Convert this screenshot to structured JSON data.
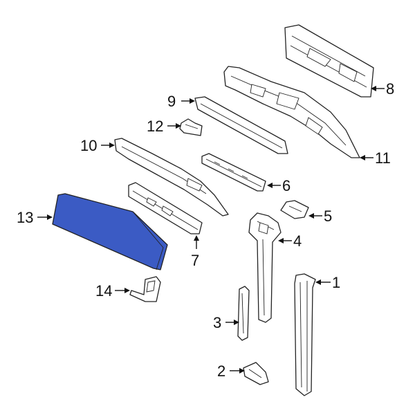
{
  "highlight_color": "#3b5bc4",
  "callouts": [
    "1",
    "2",
    "3",
    "4",
    "5",
    "6",
    "7",
    "8",
    "9",
    "10",
    "11",
    "12",
    "13",
    "14"
  ]
}
